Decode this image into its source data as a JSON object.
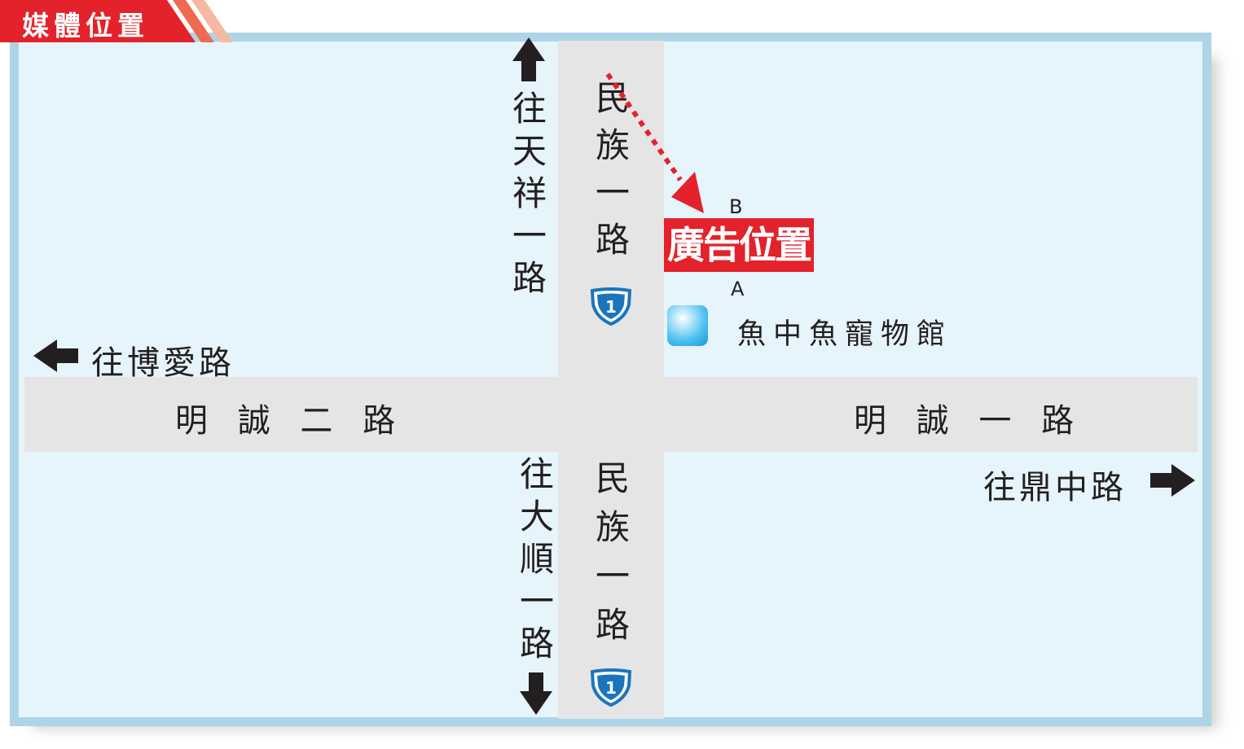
{
  "header": {
    "title": "媒體位置"
  },
  "roads": {
    "minzu_north": "民族一路",
    "minzu_south": "民族一路",
    "mingcheng_west": "明 誠 二 路",
    "mingcheng_east": "明 誠 一 路",
    "route_number": "1"
  },
  "directions": {
    "north": "往天祥一路",
    "south": "往大順一路",
    "west": "往博愛路",
    "east": "往鼎中路"
  },
  "ad": {
    "label": "廣告位置",
    "point_b": "B",
    "point_a": "A"
  },
  "poi": {
    "name": "魚中魚寵物館",
    "icon": "rounded-square-blue-icon"
  },
  "colors": {
    "accent_red": "#e3222b",
    "frame_blue": "#aed4e6",
    "map_bg": "#e6f4fb",
    "road_gray": "#e5e5e5",
    "shield_blue": "#1a75bc",
    "text_dark": "#231f20"
  }
}
